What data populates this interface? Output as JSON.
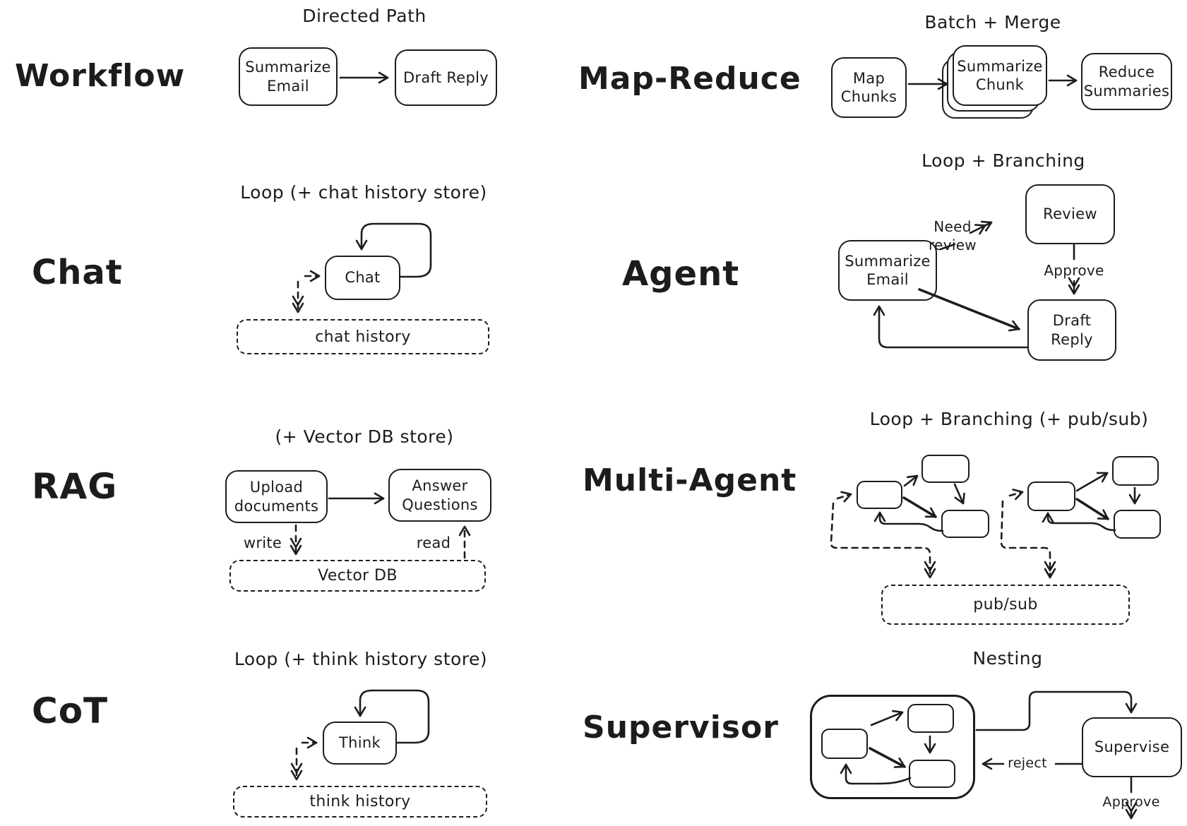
{
  "colors": {
    "ink": "#1c1c1c",
    "background": "#ffffff"
  },
  "sections": {
    "workflow": {
      "label": "Workflow",
      "pattern_title": "Directed Path",
      "nodes": {
        "summarize_email": "Summarize Email",
        "draft_reply": "Draft Reply"
      }
    },
    "map_reduce": {
      "label": "Map-Reduce",
      "pattern_title": "Batch + Merge",
      "nodes": {
        "map_chunks": "Map Chunks",
        "summarize_chunk": "Summarize Chunk",
        "reduce_summaries": "Reduce Summaries"
      }
    },
    "chat": {
      "label": "Chat",
      "pattern_title": "Loop (+ chat history store)",
      "nodes": {
        "chat": "Chat"
      },
      "store": "chat history"
    },
    "agent": {
      "label": "Agent",
      "pattern_title": "Loop + Branching",
      "nodes": {
        "summarize_email": "Summarize Email",
        "review": "Review",
        "draft_reply": "Draft Reply"
      },
      "edges": {
        "need_review": "Need review",
        "approve": "Approve"
      }
    },
    "rag": {
      "label": "RAG",
      "pattern_title": "(+ Vector DB store)",
      "nodes": {
        "upload_documents": "Upload documents",
        "answer_questions": "Answer Questions"
      },
      "edges": {
        "write": "write",
        "read": "read"
      },
      "store": "Vector DB"
    },
    "multi_agent": {
      "label": "Multi-Agent",
      "pattern_title": "Loop + Branching (+ pub/sub)",
      "store": "pub/sub"
    },
    "cot": {
      "label": "CoT",
      "pattern_title": "Loop (+ think history store)",
      "nodes": {
        "think": "Think"
      },
      "store": "think history"
    },
    "supervisor": {
      "label": "Supervisor",
      "pattern_title": "Nesting",
      "nodes": {
        "supervise": "Supervise"
      },
      "edges": {
        "reject": "reject",
        "approve": "Approve"
      }
    }
  }
}
